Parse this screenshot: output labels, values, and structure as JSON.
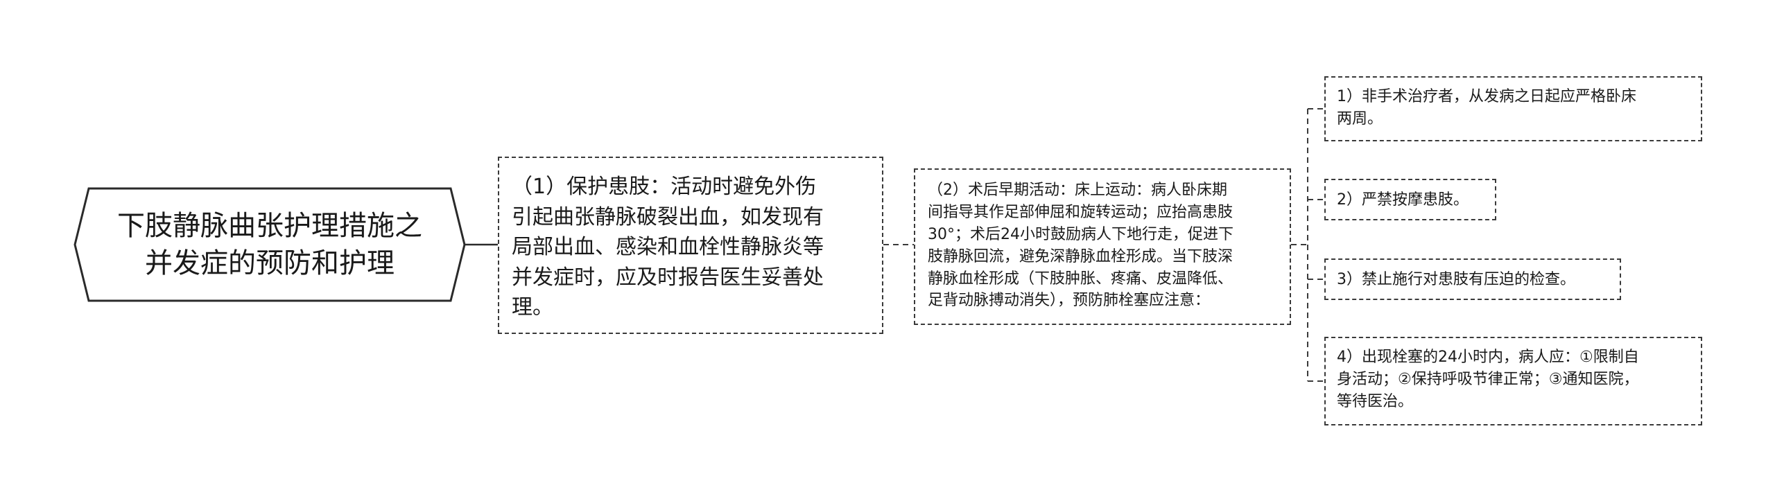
{
  "mindmap": {
    "root": {
      "text": "下肢静脉曲张护理措施之\n并发症的预防和护理"
    },
    "node1": {
      "text": "（1）保护患肢：活动时避免外伤\n引起曲张静脉破裂出血，如发现有\n局部出血、感染和血栓性静脉炎等\n并发症时，应及时报告医生妥善处\n理。"
    },
    "node2": {
      "text": "（2）术后早期活动：床上运动：病人卧床期\n间指导其作足部伸屈和旋转运动；应抬高患肢\n30°；术后24小时鼓励病人下地行走，促进下\n肢静脉回流，避免深静脉血栓形成。当下肢深\n静脉血栓形成（下肢肿胀、疼痛、皮温降低、\n足背动脉搏动消失），预防肺栓塞应注意："
    },
    "children": [
      {
        "text": "1）非手术治疗者，从发病之日起应严格卧床\n两周。"
      },
      {
        "text": "2）严禁按摩患肢。"
      },
      {
        "text": "3）禁止施行对患肢有压迫的检查。"
      },
      {
        "text": "4）出现栓塞的24小时内，病人应：①限制自\n身活动；②保持呼吸节律正常；③通知医院，\n等待医治。"
      }
    ]
  },
  "colors": {
    "stroke": "#3a3a3a",
    "background": "#ffffff"
  }
}
